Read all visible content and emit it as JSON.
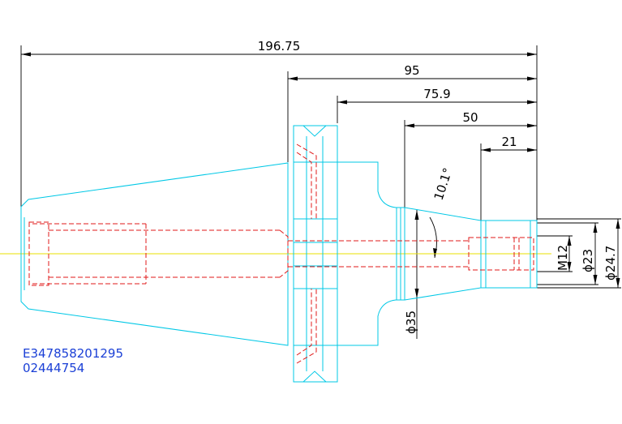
{
  "dimensions": {
    "overall_length": "196.75",
    "length_95": "95",
    "length_75_9": "75.9",
    "length_50": "50",
    "length_21": "21",
    "angle": "10.1°",
    "dia_35": "ϕ35",
    "thread": "M12",
    "dia_23": "ϕ23",
    "dia_24_7": "ϕ24.7"
  },
  "notes": {
    "code_line_1": "E347858201295",
    "code_line_2": "02444754"
  },
  "colors": {
    "outline": "#00c8e6",
    "hidden": "#e01818",
    "centerline": "#e8e000",
    "dimension": "#000000",
    "note": "#1a3fd6"
  }
}
